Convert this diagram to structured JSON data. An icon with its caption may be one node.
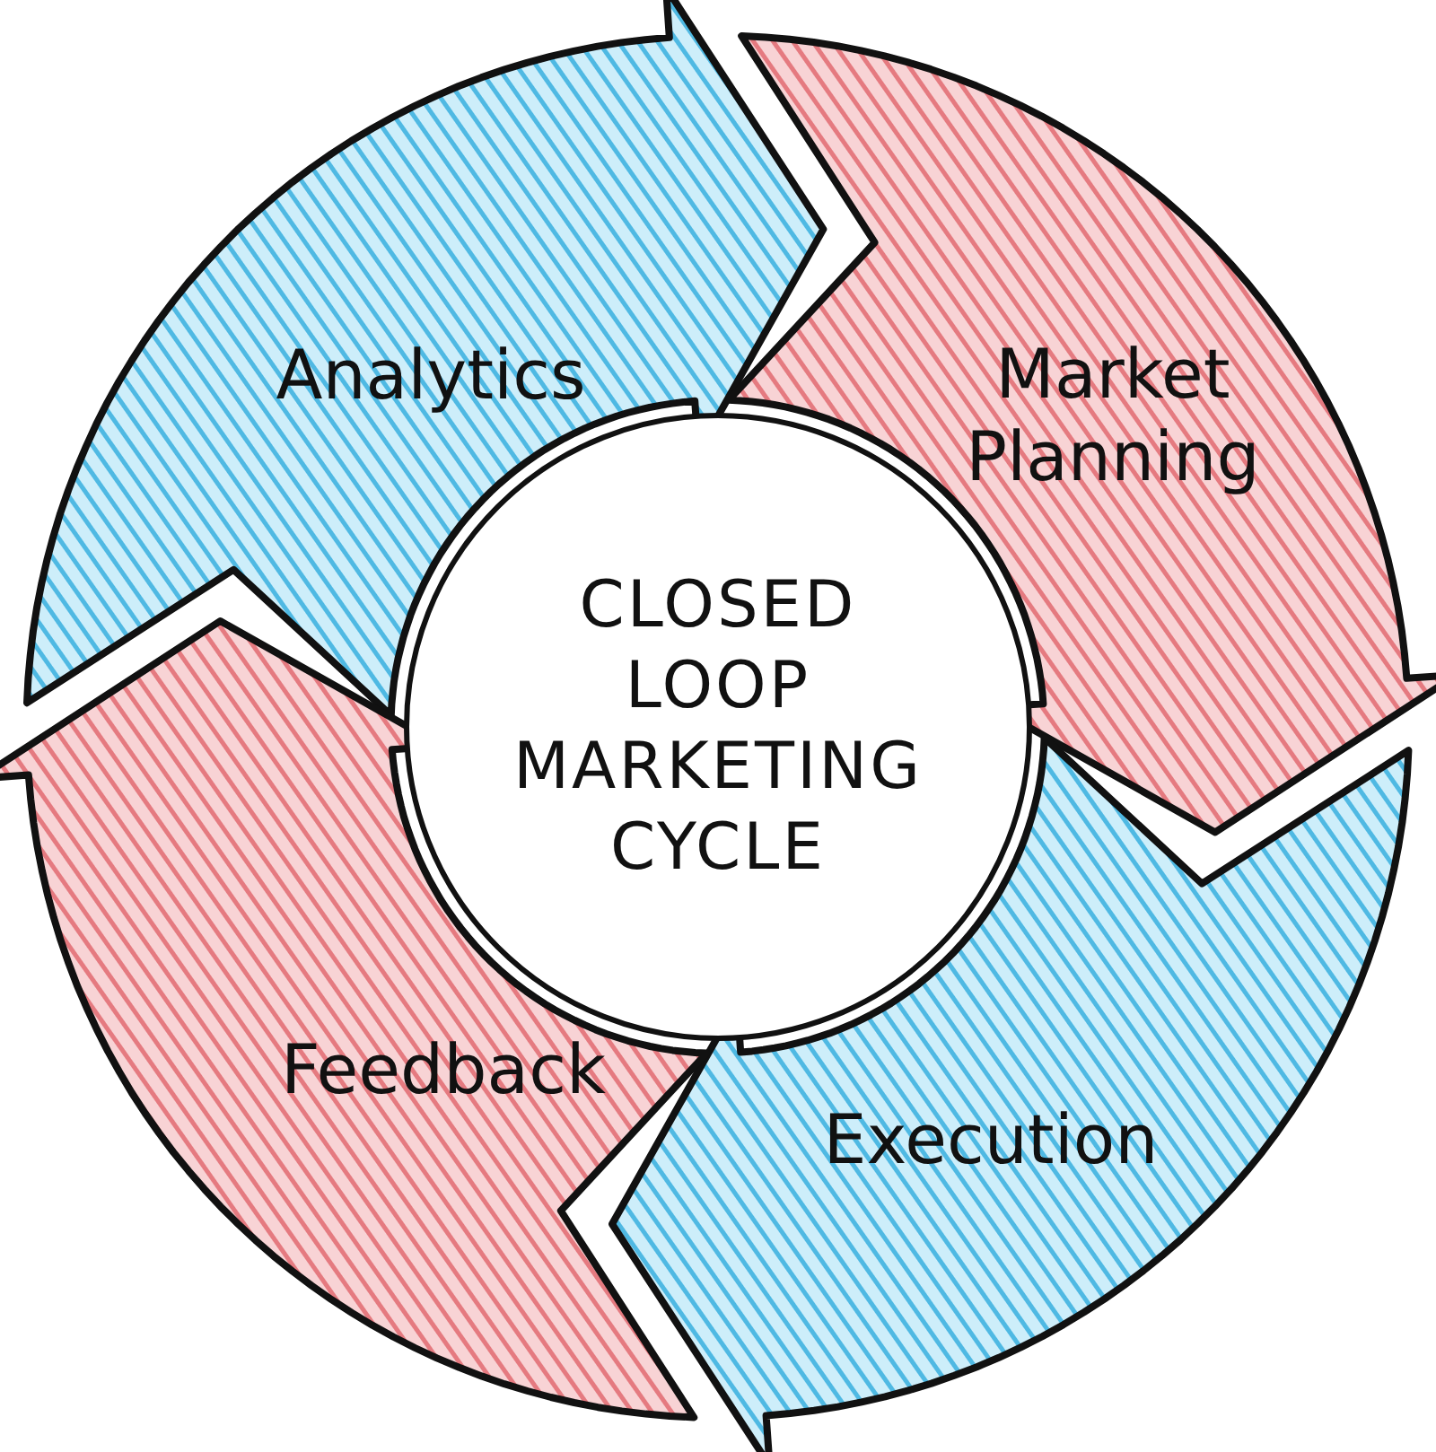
{
  "diagram": {
    "nodes": [
      {
        "text": [
          "Analytics"
        ]
      },
      {
        "text": [
          "Market Planning"
        ]
      },
      {
        "text": [
          "CLOSED LOOP MARKETING CYCLE"
        ]
      },
      {
        "text": [
          "Execution"
        ]
      },
      {
        "text": [
          "Feedback"
        ]
      }
    ]
  }
}
